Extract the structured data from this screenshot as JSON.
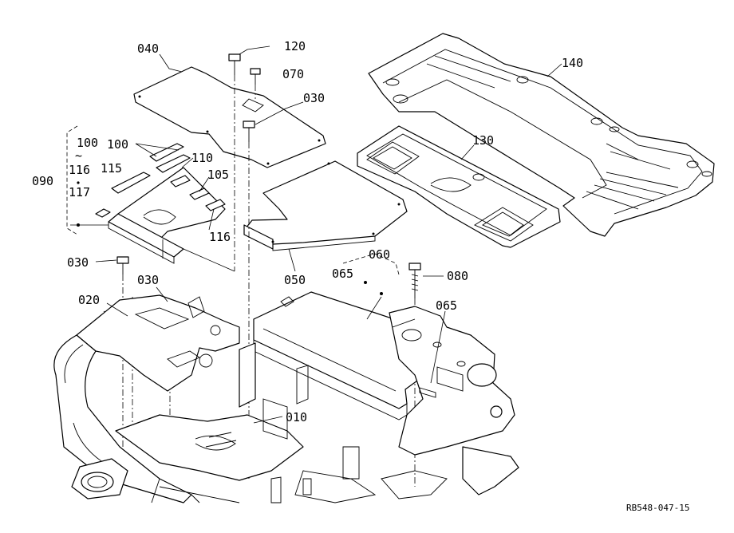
{
  "labels": {
    "p040": "040",
    "p120": "120",
    "p070": "070",
    "p030a": "030",
    "p140": "140",
    "p100top": "100",
    "p100b": "100",
    "p110": "110",
    "p116a": "116",
    "p115": "115",
    "p105": "105",
    "p090": "090",
    "p117": "117",
    "p116b": "116",
    "p130": "130",
    "p030b": "030",
    "p060": "060",
    "p065a": "065",
    "p080": "080",
    "p050": "050",
    "p030c": "030",
    "p020": "020",
    "p065b": "065",
    "p010": "010",
    "tilde": "~"
  },
  "reference": "RB548-047-15"
}
